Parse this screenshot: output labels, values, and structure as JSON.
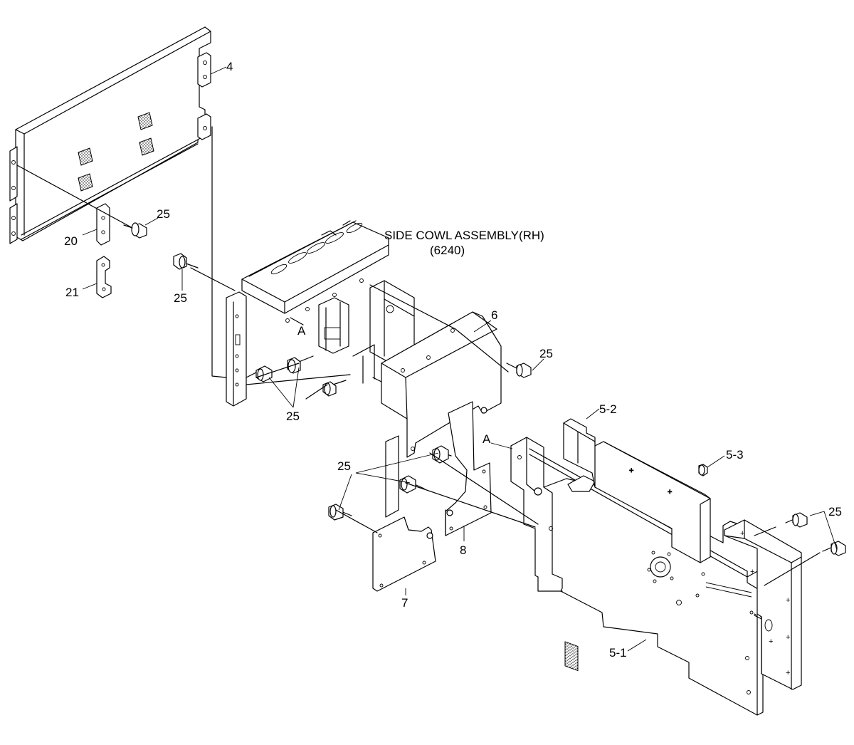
{
  "assembly": {
    "title": "SIDE COWL ASSEMBLY(RH)",
    "code": "(6240)"
  },
  "callouts": {
    "part_4": "4",
    "part_20": "20",
    "part_21": "21",
    "part_25_upper_left": "25",
    "part_25_left_bolt": "25",
    "part_25_frame_bolts": "25",
    "part_25_plate6_bolt": "25",
    "part_25_plate_bolts": "25",
    "part_25_right_bolts": "25",
    "part_6": "6",
    "part_7": "7",
    "part_8": "8",
    "part_5_1": "5-1",
    "part_5_2": "5-2",
    "part_5_3": "5-3",
    "ref_A_frame": "A",
    "ref_A_panel": "A"
  }
}
